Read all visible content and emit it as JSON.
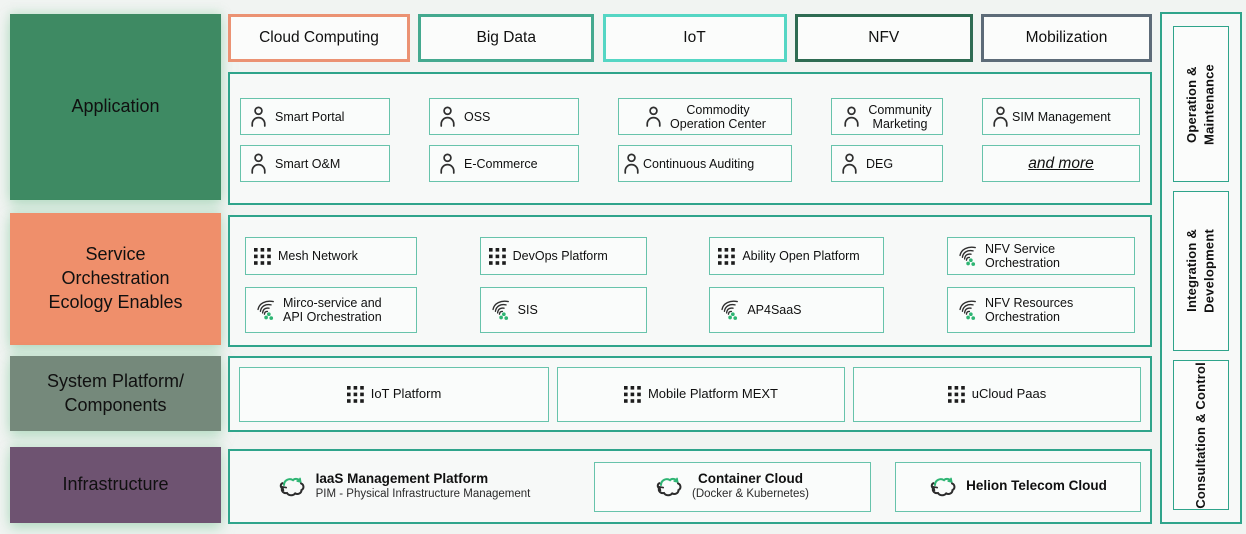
{
  "colors": {
    "panel_border": "#2fa48b",
    "item_border": "#67c3ab",
    "accent_green_dot": "#2eb573",
    "background": "#f1f4f2"
  },
  "layers": [
    {
      "label": "Application",
      "bg": "#3e8a63"
    },
    {
      "label": "Service\nOrchestration\nEcology Enables",
      "bg": "#ef8f6b"
    },
    {
      "label": "System Platform/\nComponents",
      "bg": "#75897b"
    },
    {
      "label": "Infrastructure",
      "bg": "#6e5371"
    }
  ],
  "tech": [
    {
      "label": "Cloud Computing",
      "border": "#eb9273"
    },
    {
      "label": "Big Data",
      "border": "#44a98f"
    },
    {
      "label": "IoT",
      "border": "#55d6c4"
    },
    {
      "label": "NFV",
      "border": "#2e6b52"
    },
    {
      "label": "Mobilization",
      "border": "#5d6b78"
    }
  ],
  "application": {
    "items": [
      {
        "label": "Smart Portal",
        "icon": "person"
      },
      {
        "label": "OSS",
        "icon": "person"
      },
      {
        "label": "Commodity\nOperation Center",
        "icon": "person"
      },
      {
        "label": "Community\nMarketing",
        "icon": "person"
      },
      {
        "label": "SIM Management",
        "icon": "person"
      },
      {
        "label": "Smart O&M",
        "icon": "person"
      },
      {
        "label": "E-Commerce",
        "icon": "person"
      },
      {
        "label": "Continuous Auditing",
        "icon": "person"
      },
      {
        "label": "DEG",
        "icon": "person"
      },
      {
        "label": "and more",
        "icon": "none"
      }
    ]
  },
  "services": {
    "items": [
      {
        "label": "Mesh Network",
        "icon": "grid"
      },
      {
        "label": "DevOps Platform",
        "icon": "grid"
      },
      {
        "label": "Ability Open Platform",
        "icon": "grid"
      },
      {
        "label": "NFV Service\nOrchestration",
        "icon": "orchestration"
      },
      {
        "label": "Mirco-service and\nAPI Orchestration",
        "icon": "orchestration"
      },
      {
        "label": "SIS",
        "icon": "orchestration"
      },
      {
        "label": "AP4SaaS",
        "icon": "orchestration"
      },
      {
        "label": "NFV Resources\nOrchestration",
        "icon": "orchestration"
      }
    ]
  },
  "platforms": {
    "items": [
      {
        "label": "IoT Platform",
        "icon": "grid"
      },
      {
        "label": "Mobile Platform MEXT",
        "icon": "grid"
      },
      {
        "label": "uCloud Paas",
        "icon": "grid"
      }
    ]
  },
  "infrastructure": {
    "items": [
      {
        "title": "IaaS Management Platform",
        "subtitle": "PIM - Physical Infrastructure Management",
        "icon": "cloud-sync"
      },
      {
        "title": "Container Cloud",
        "subtitle": "(Docker & Kubernetes)",
        "icon": "cloud-sync"
      },
      {
        "title": "Helion Telecom Cloud",
        "subtitle": "",
        "icon": "cloud-sync"
      }
    ]
  },
  "rail": {
    "items": [
      {
        "label": "Operation &\nMaintenance"
      },
      {
        "label": "Integration &\nDevelopment"
      },
      {
        "label": "Consultation & Control"
      }
    ]
  }
}
